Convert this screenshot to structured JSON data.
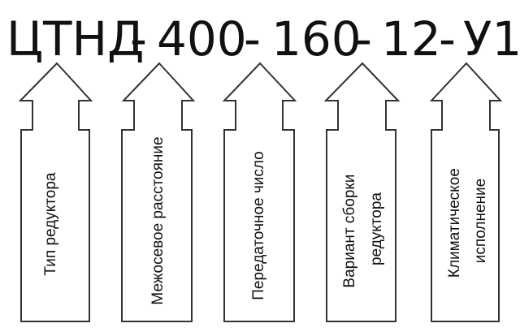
{
  "designation": {
    "parts": [
      "ЦТНД",
      "-",
      "400",
      "-",
      "160",
      "-",
      "12",
      "-",
      "У1"
    ]
  },
  "segments": [
    {
      "lines": [
        "Тип редуктора"
      ]
    },
    {
      "lines": [
        "Межосевое расстояние"
      ]
    },
    {
      "lines": [
        "Передаточное число"
      ]
    },
    {
      "lines": [
        "Вариант сборки",
        "редуктора"
      ]
    },
    {
      "lines": [
        "Климатическое",
        "исполнение"
      ]
    }
  ],
  "colors": {
    "text": "#111111",
    "outline": "#333333",
    "background": "#ffffff"
  }
}
